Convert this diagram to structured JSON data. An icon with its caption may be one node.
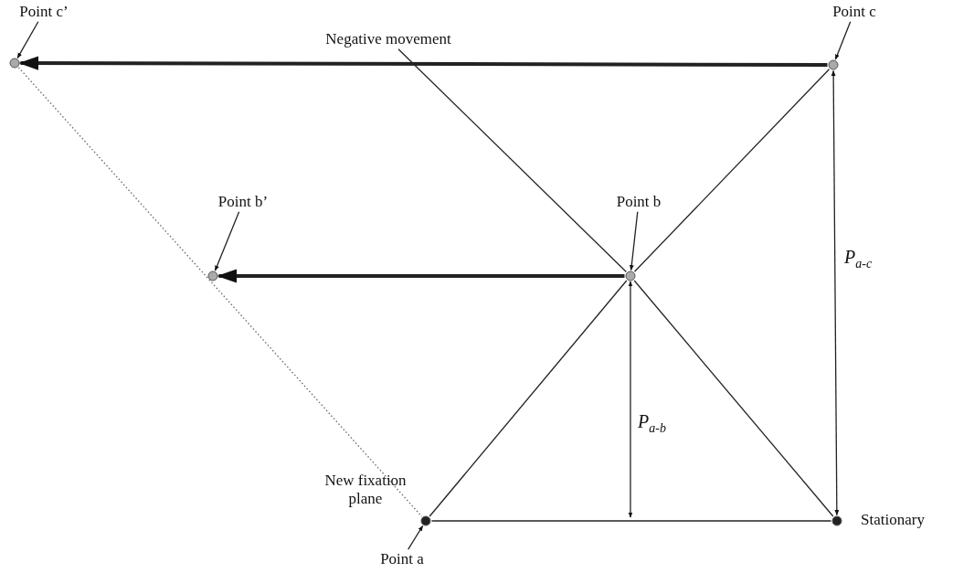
{
  "diagram": {
    "nodes": [
      {
        "text": [
          "Point c’"
        ]
      },
      {
        "text": [],
        "shape": "circle"
      },
      {
        "text": [
          "Negative movement"
        ]
      },
      {
        "text": [
          "Point c"
        ]
      },
      {
        "text": [],
        "shape": "circle"
      },
      {
        "text": [
          "Point b’"
        ]
      },
      {
        "text": [],
        "shape": "circle"
      },
      {
        "text": [
          "Point b"
        ]
      },
      {
        "text": [],
        "shape": "circle"
      },
      {
        "text": [],
        "shape": "circle",
        "beside": [
          "New fixation plane"
        ]
      },
      {
        "text": [],
        "shape": "circle",
        "beside": [
          "Stationary"
        ]
      },
      {
        "text": [
          "Point a"
        ]
      }
    ],
    "edges": [
      {
        "from": 0,
        "to": 1,
        "arrow": "to"
      },
      {
        "from": 3,
        "to": 4,
        "arrow": "to"
      },
      {
        "from": 5,
        "to": 6,
        "arrow": "to"
      },
      {
        "from": 7,
        "to": 8,
        "arrow": "to"
      },
      {
        "from": 11,
        "to": 9,
        "arrow": "to"
      },
      {
        "from": 4,
        "to": 1,
        "arrow": "to",
        "style": "thick"
      },
      {
        "from": 8,
        "to": 6,
        "arrow": "to",
        "style": "thick"
      },
      {
        "from": 1,
        "to": 9,
        "arrow": "none",
        "style": "dashed"
      },
      {
        "from": 9,
        "to": 8,
        "arrow": "none"
      },
      {
        "from": 8,
        "to": 4,
        "arrow": "none"
      },
      {
        "from": 2,
        "to": 8,
        "arrow": "none"
      },
      {
        "from": 8,
        "to": 10,
        "arrow": "none"
      },
      {
        "from": 9,
        "to": 10,
        "arrow": "none"
      },
      {
        "from": 10,
        "to": 4,
        "arrow": "both",
        "label": "P$_{a-c}$"
      }
    ],
    "labels": [
      "P$_{a-b}$"
    ]
  }
}
